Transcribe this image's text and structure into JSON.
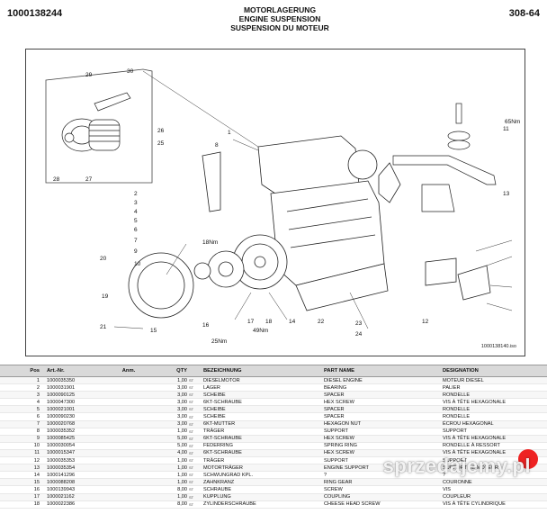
{
  "header": {
    "doc_number": "1000138244",
    "page_number": "308-64",
    "title_de": "MOTORLAGERUNG",
    "title_en": "ENGINE SUSPENSION",
    "title_fr": "SUSPENSION DU MOTEUR"
  },
  "diagram": {
    "reference": "1000138140.iso",
    "callouts": [
      "29",
      "30",
      "26",
      "25",
      "27",
      "28",
      "8",
      "1",
      "2",
      "3",
      "4",
      "5",
      "6",
      "7",
      "9",
      "10",
      "20",
      "19",
      "21",
      "15",
      "16",
      "17",
      "14",
      "22",
      "23",
      "24",
      "18",
      "11",
      "12",
      "13",
      "65Nm",
      "49Nm",
      "25Nm",
      "18Nm"
    ]
  },
  "table": {
    "headers": {
      "pos": "Pos",
      "art": "Art.-Nr.",
      "anm": "Anm.",
      "qty": "QTY",
      "bez": "BEZEICHNUNG",
      "part": "PART NAME",
      "des": "DESIGNATION"
    },
    "rows": [
      {
        "pos": "1",
        "art": "1000035350",
        "qty": "1,00",
        "unit": "ST",
        "bez": "DIESELMOTOR",
        "part": "DIESEL ENGINE",
        "des": "MOTEUR DIESEL"
      },
      {
        "pos": "2",
        "art": "1000031901",
        "qty": "3,00",
        "unit": "ST",
        "bez": "LAGER",
        "part": "BEARING",
        "des": "PALIER"
      },
      {
        "pos": "3",
        "art": "1000090125",
        "qty": "3,00",
        "unit": "ST",
        "bez": "SCHEIBE",
        "part": "SPACER",
        "des": "RONDELLE"
      },
      {
        "pos": "4",
        "art": "1000047300",
        "qty": "3,00",
        "unit": "ST",
        "bez": "6KT-SCHRAUBE",
        "part": "HEX SCREW",
        "des": "VIS À TÊTE HEXAGONALE"
      },
      {
        "pos": "5",
        "art": "1000021001",
        "qty": "3,00",
        "unit": "ST",
        "bez": "SCHEIBE",
        "part": "SPACER",
        "des": "RONDELLE"
      },
      {
        "pos": "6",
        "art": "1000090230",
        "qty": "3,00",
        "unit": "ST",
        "bez": "SCHEIBE",
        "part": "SPACER",
        "des": "RONDELLE"
      },
      {
        "pos": "7",
        "art": "1000020768",
        "qty": "3,00",
        "unit": "ST",
        "bez": "6KT-MUTTER",
        "part": "HEXAGON NUT",
        "des": "ÉCROU HEXAGONAL"
      },
      {
        "pos": "8",
        "art": "1000035352",
        "qty": "1,00",
        "unit": "ST",
        "bez": "TRÄGER",
        "part": "SUPPORT",
        "des": "SUPPORT"
      },
      {
        "pos": "9",
        "art": "1000085425",
        "qty": "5,00",
        "unit": "ST",
        "bez": "6KT-SCHRAUBE",
        "part": "HEX SCREW",
        "des": "VIS À TÊTE HEXAGONALE"
      },
      {
        "pos": "10",
        "art": "1000030054",
        "qty": "5,00",
        "unit": "ST",
        "bez": "FEDERRING",
        "part": "SPRING RING",
        "des": "RONDELLE À RESSORT"
      },
      {
        "pos": "11",
        "art": "1000015347",
        "qty": "4,00",
        "unit": "ST",
        "bez": "6KT-SCHRAUBE",
        "part": "HEX SCREW",
        "des": "VIS À TÊTE HEXAGONALE"
      },
      {
        "pos": "12",
        "art": "1000035353",
        "qty": "1,00",
        "unit": "ST",
        "bez": "TRÄGER",
        "part": "SUPPORT",
        "des": "SUPPORT"
      },
      {
        "pos": "13",
        "art": "1000035354",
        "qty": "1,00",
        "unit": "ST",
        "bez": "MOTORTRÄGER",
        "part": "ENGINE SUPPORT",
        "des": "SUPPORT DE MOTEUR"
      },
      {
        "pos": "14",
        "art": "1000141296",
        "qty": "1,00",
        "unit": "ST",
        "bez": "SCHWUNGRAD KPL.",
        "part": "?",
        "des": "?"
      },
      {
        "pos": "15",
        "art": "1000088208",
        "qty": "1,00",
        "unit": "ST",
        "bez": "ZAHNKRANZ",
        "part": "RING GEAR",
        "des": "COURONNE"
      },
      {
        "pos": "16",
        "art": "1000139943",
        "qty": "8,00",
        "unit": "ST",
        "bez": "SCHRAUBE",
        "part": "SCREW",
        "des": "VIS"
      },
      {
        "pos": "17",
        "art": "1000021162",
        "qty": "1,00",
        "unit": "ST",
        "bez": "KUPPLUNG",
        "part": "COUPLING",
        "des": "COUPLEUR"
      },
      {
        "pos": "18",
        "art": "1000022386",
        "qty": "8,00",
        "unit": "ST",
        "bez": "ZYLINDERSCHRAUBE",
        "part": "CHEESE HEAD SCREW",
        "des": "VIS À TÊTE CYLINDRIQUE"
      }
    ]
  },
  "watermark": {
    "text": "sprzedajemy",
    "suffix": ".pl"
  }
}
